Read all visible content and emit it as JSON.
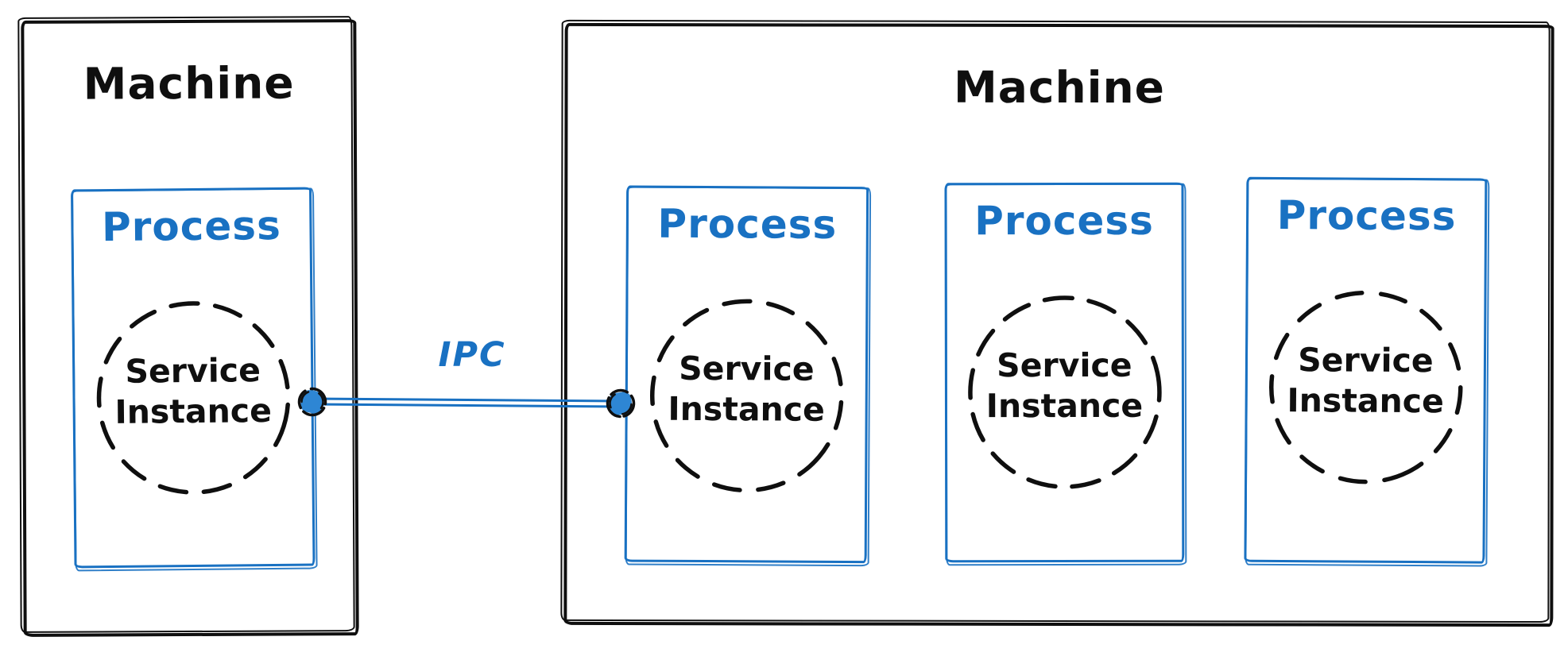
{
  "colors": {
    "accent_blue": "#1971c2",
    "dot_fill_blue": "#2e86d4",
    "ink_black": "#0f0f0f",
    "background": "#ffffff"
  },
  "diagram": {
    "machines": [
      {
        "label": "Machine",
        "processes": [
          {
            "label": "Process",
            "service_line1": "Service",
            "service_line2": "Instance"
          }
        ]
      },
      {
        "label": "Machine",
        "processes": [
          {
            "label": "Process",
            "service_line1": "Service",
            "service_line2": "Instance"
          },
          {
            "label": "Process",
            "service_line1": "Service",
            "service_line2": "Instance"
          },
          {
            "label": "Process",
            "service_line1": "Service",
            "service_line2": "Instance"
          }
        ]
      }
    ],
    "connection": {
      "label": "IPC"
    }
  }
}
